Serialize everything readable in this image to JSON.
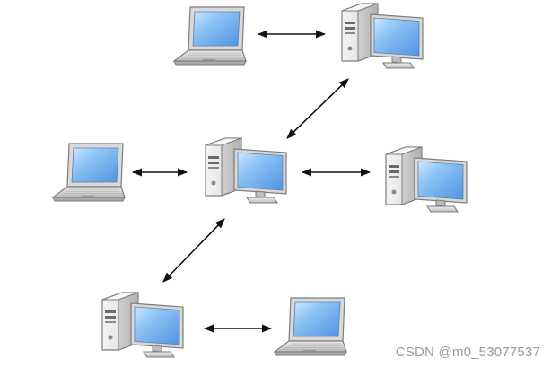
{
  "watermark": "CSDN @m0_53077537",
  "diagram": {
    "nodes": [
      {
        "id": "laptop-top",
        "kind": "laptop"
      },
      {
        "id": "desktop-top-right",
        "kind": "desktop"
      },
      {
        "id": "laptop-middle-left",
        "kind": "laptop"
      },
      {
        "id": "desktop-center",
        "kind": "desktop"
      },
      {
        "id": "desktop-middle-right",
        "kind": "desktop"
      },
      {
        "id": "desktop-bottom-left",
        "kind": "desktop"
      },
      {
        "id": "laptop-bottom-right",
        "kind": "laptop"
      }
    ],
    "connections": [
      {
        "from": "laptop-top",
        "to": "desktop-top-right",
        "type": "bidirectional"
      },
      {
        "from": "desktop-top-right",
        "to": "desktop-center",
        "type": "bidirectional"
      },
      {
        "from": "laptop-middle-left",
        "to": "desktop-center",
        "type": "bidirectional"
      },
      {
        "from": "desktop-center",
        "to": "desktop-middle-right",
        "type": "bidirectional"
      },
      {
        "from": "desktop-center",
        "to": "desktop-bottom-left",
        "type": "bidirectional"
      },
      {
        "from": "desktop-bottom-left",
        "to": "laptop-bottom-right",
        "type": "bidirectional"
      }
    ],
    "colors": {
      "screen": "#6aa8ea",
      "screen_light": "#c9e3ff",
      "case": "#e7e7e7",
      "case_dark": "#b9b9b9",
      "outline": "#8a8a8a",
      "arrow": "#111111"
    }
  }
}
